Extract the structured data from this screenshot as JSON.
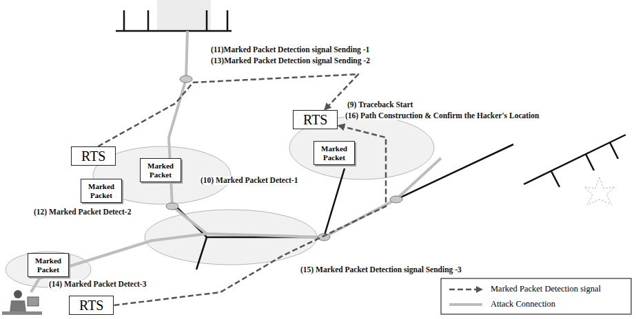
{
  "diagram": {
    "nodes": [
      {
        "text": [
          "RTS"
        ]
      },
      {
        "text": [
          "Marked Packet"
        ]
      },
      {
        "text": [
          "Marked Packet"
        ]
      },
      {
        "text": [
          "RTS"
        ]
      },
      {
        "text": [
          "Marked Packet"
        ]
      },
      {
        "text": [
          "Marked Packet"
        ]
      },
      {
        "text": [
          "RTS"
        ]
      }
    ],
    "edges": [
      {
        "from": 0,
        "to": 3,
        "arrow": "to"
      },
      {
        "from": 6,
        "to": 3,
        "arrow": "to"
      }
    ],
    "labels": [
      "(11)Marked Packet Detection signal Sending -1",
      "(13)Marked Packet Detection signal Sending -2",
      "(9) Traceback Start",
      "(16) Path Construction & Confirm the Hacker's Location",
      "(10) Marked Packet Detect-1",
      "(12) Marked Packet Detect-2",
      "(14) Marked Packet Detect-3",
      "(15) Marked Packet Detection signal Sending -3"
    ],
    "legend": [
      {
        "text": "Marked Packet Detection signal"
      },
      {
        "text": "Attack Connection"
      }
    ]
  }
}
